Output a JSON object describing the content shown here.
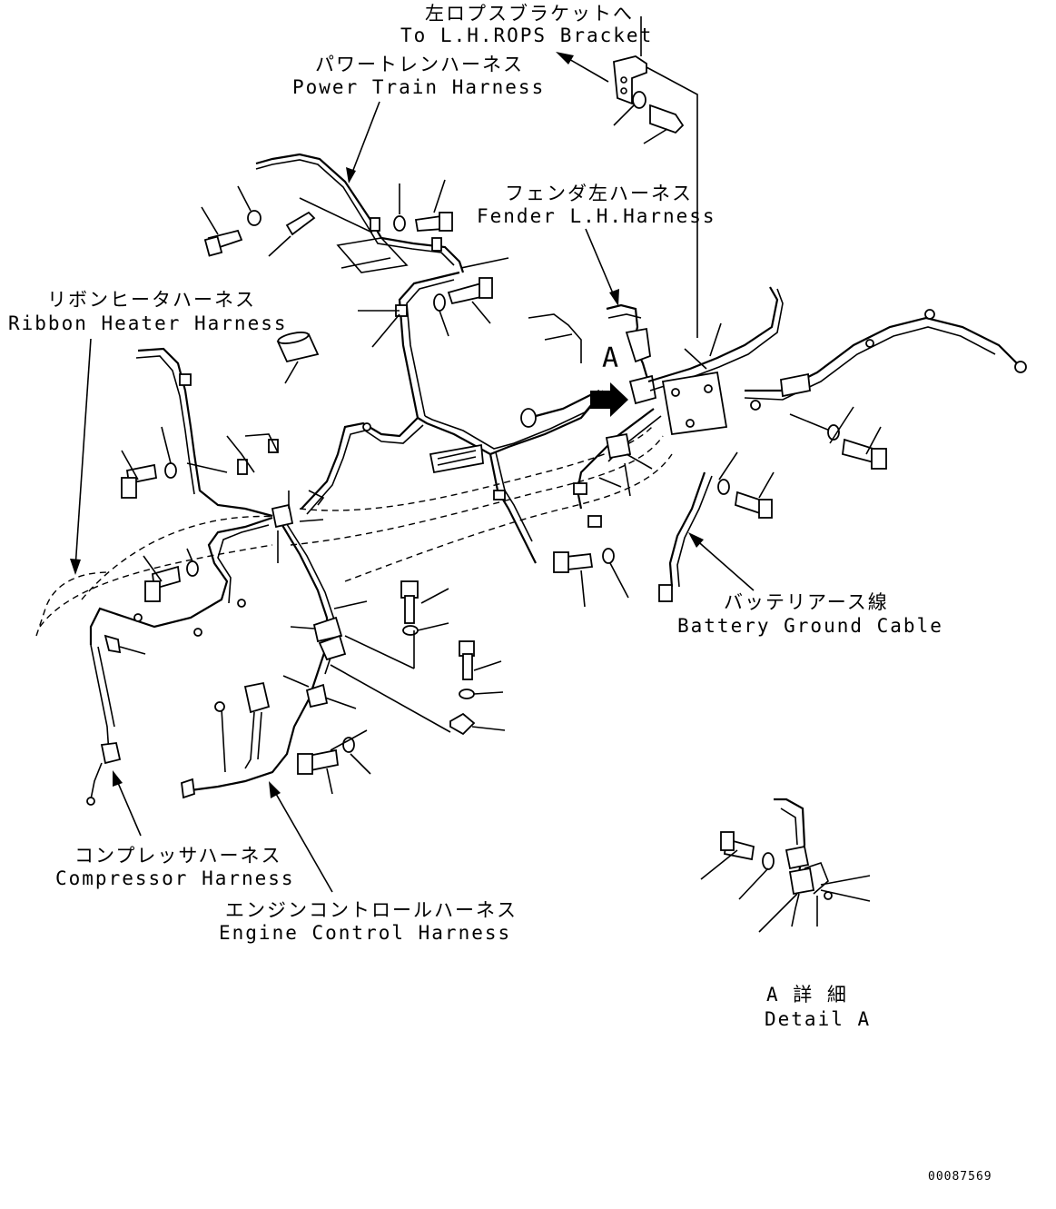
{
  "labels": {
    "rops_bracket_jp": "左ロプスブラケットへ",
    "rops_bracket_en": "To L.H.ROPS Bracket",
    "power_train_jp": "パワートレンハーネス",
    "power_train_en": "Power Train Harness",
    "fender_jp": "フェンダ左ハーネス",
    "fender_en": "Fender L.H.Harness",
    "ribbon_jp": "リボンヒータハーネス",
    "ribbon_en": "Ribbon Heater Harness",
    "battery_jp": "バッテリアース線",
    "battery_en": "Battery Ground Cable",
    "compressor_jp": "コンプレッサハーネス",
    "compressor_en": "Compressor Harness",
    "engine_jp": "エンジンコントロールハーネス",
    "engine_en": "Engine Control Harness",
    "detail_jp": "A 詳 細",
    "detail_en": "Detail A",
    "view_marker": "A",
    "drawing_number": "00087569"
  }
}
